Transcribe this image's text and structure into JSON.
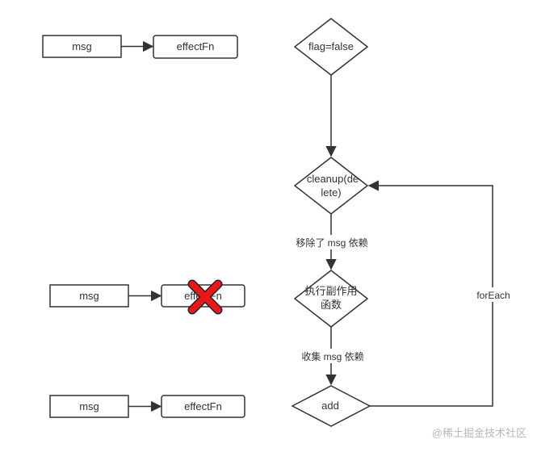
{
  "left_rows": [
    {
      "source": "msg",
      "target": "effectFn",
      "target_crossed_out": false
    },
    {
      "source": "msg",
      "target": "effectFn",
      "target_crossed_out": true
    },
    {
      "source": "msg",
      "target": "effectFn",
      "target_crossed_out": false
    }
  ],
  "flowchart": {
    "start": "flag=false",
    "cleanup_line1": "cleanup(de",
    "cleanup_line2": "lete)",
    "label_after_cleanup": "移除了 msg 依赖",
    "run_line1": "执行副作用",
    "run_line2": "函数",
    "label_after_run": "收集 msg 依赖",
    "add": "add",
    "loop_label": "forEach"
  },
  "watermark": "@稀土掘金技术社区",
  "colors": {
    "stroke": "#333333",
    "text": "#333333",
    "cross": "#e8171b",
    "cross_outline": "#222222",
    "watermark": "#b8b8b8"
  }
}
